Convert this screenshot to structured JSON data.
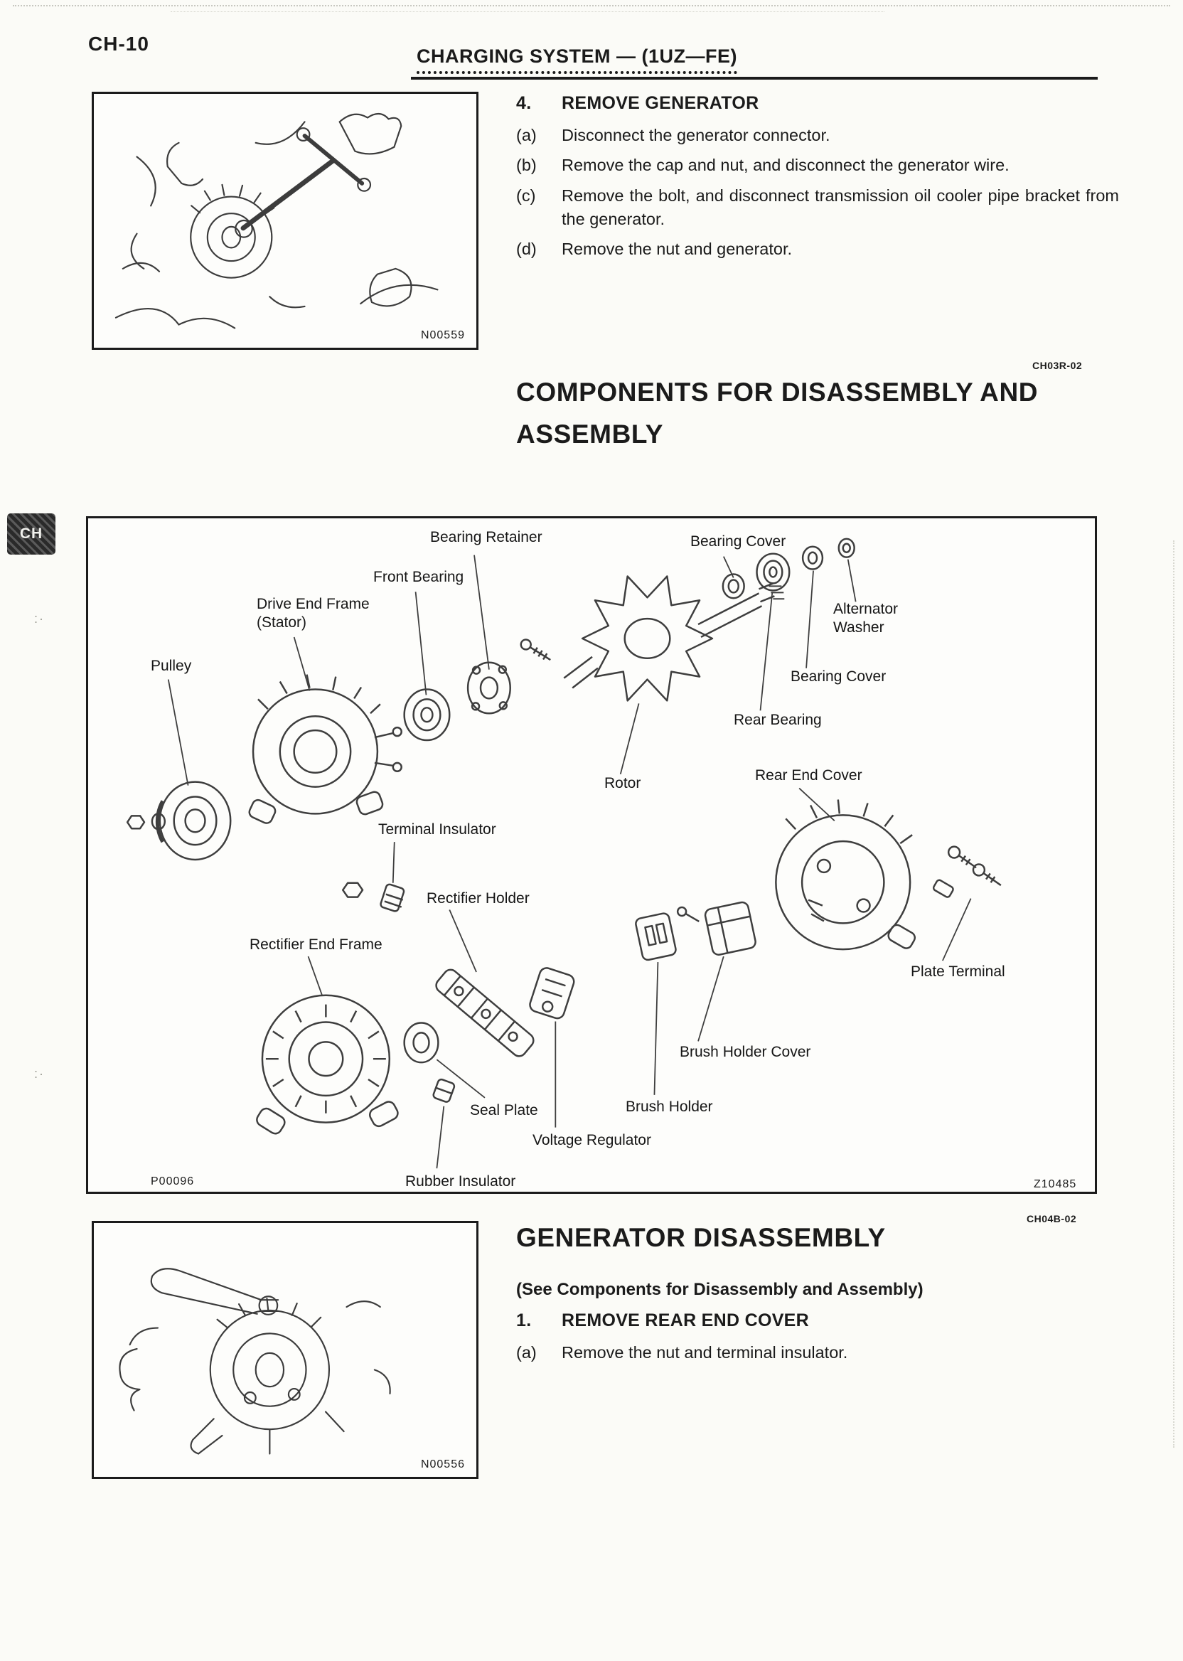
{
  "page": {
    "chapter_code": "CH-10",
    "header_title": "CHARGING SYSTEM — (1UZ—FE)",
    "side_tab": "CH"
  },
  "remove_generator": {
    "figure_code": "N00559",
    "step_number": "4.",
    "step_title": "REMOVE GENERATOR",
    "substeps": [
      {
        "letter": "(a)",
        "text": "Disconnect the generator connector."
      },
      {
        "letter": "(b)",
        "text": "Remove the cap and nut, and disconnect the generator wire."
      },
      {
        "letter": "(c)",
        "text": "Remove the bolt, and disconnect transmission oil cooler pipe bracket from the generator."
      },
      {
        "letter": "(d)",
        "text": "Remove the nut and generator."
      }
    ]
  },
  "components_section": {
    "heading_line1": "COMPONENTS FOR DISASSEMBLY AND",
    "heading_line2": "ASSEMBLY",
    "section_code": "CH03R-02",
    "diagram": {
      "code_left": "P00096",
      "code_right": "Z10485",
      "labels": [
        {
          "text": "Bearing Retainer"
        },
        {
          "text": "Front Bearing"
        },
        {
          "text": "Bearing Cover"
        },
        {
          "text": "Drive End Frame\n(Stator)"
        },
        {
          "text": "Alternator\nWasher"
        },
        {
          "text": "Pulley"
        },
        {
          "text": "Bearing Cover"
        },
        {
          "text": "Rear Bearing"
        },
        {
          "text": "Rotor"
        },
        {
          "text": "Rear End Cover"
        },
        {
          "text": "Terminal Insulator"
        },
        {
          "text": "Rectifier Holder"
        },
        {
          "text": "Rectifier End Frame"
        },
        {
          "text": "Plate Terminal"
        },
        {
          "text": "Brush Holder Cover"
        },
        {
          "text": "Brush Holder"
        },
        {
          "text": "Seal Plate"
        },
        {
          "text": "Voltage Regulator"
        },
        {
          "text": "Rubber Insulator"
        }
      ]
    }
  },
  "disassembly_section": {
    "figure_code": "N00556",
    "heading": "GENERATOR DISASSEMBLY",
    "section_code": "CH04B-02",
    "see_note": "(See Components for Disassembly and Assembly)",
    "step_number": "1.",
    "step_title": "REMOVE REAR END COVER",
    "substeps": [
      {
        "letter": "(a)",
        "text": "Remove the nut and terminal insulator."
      }
    ]
  }
}
